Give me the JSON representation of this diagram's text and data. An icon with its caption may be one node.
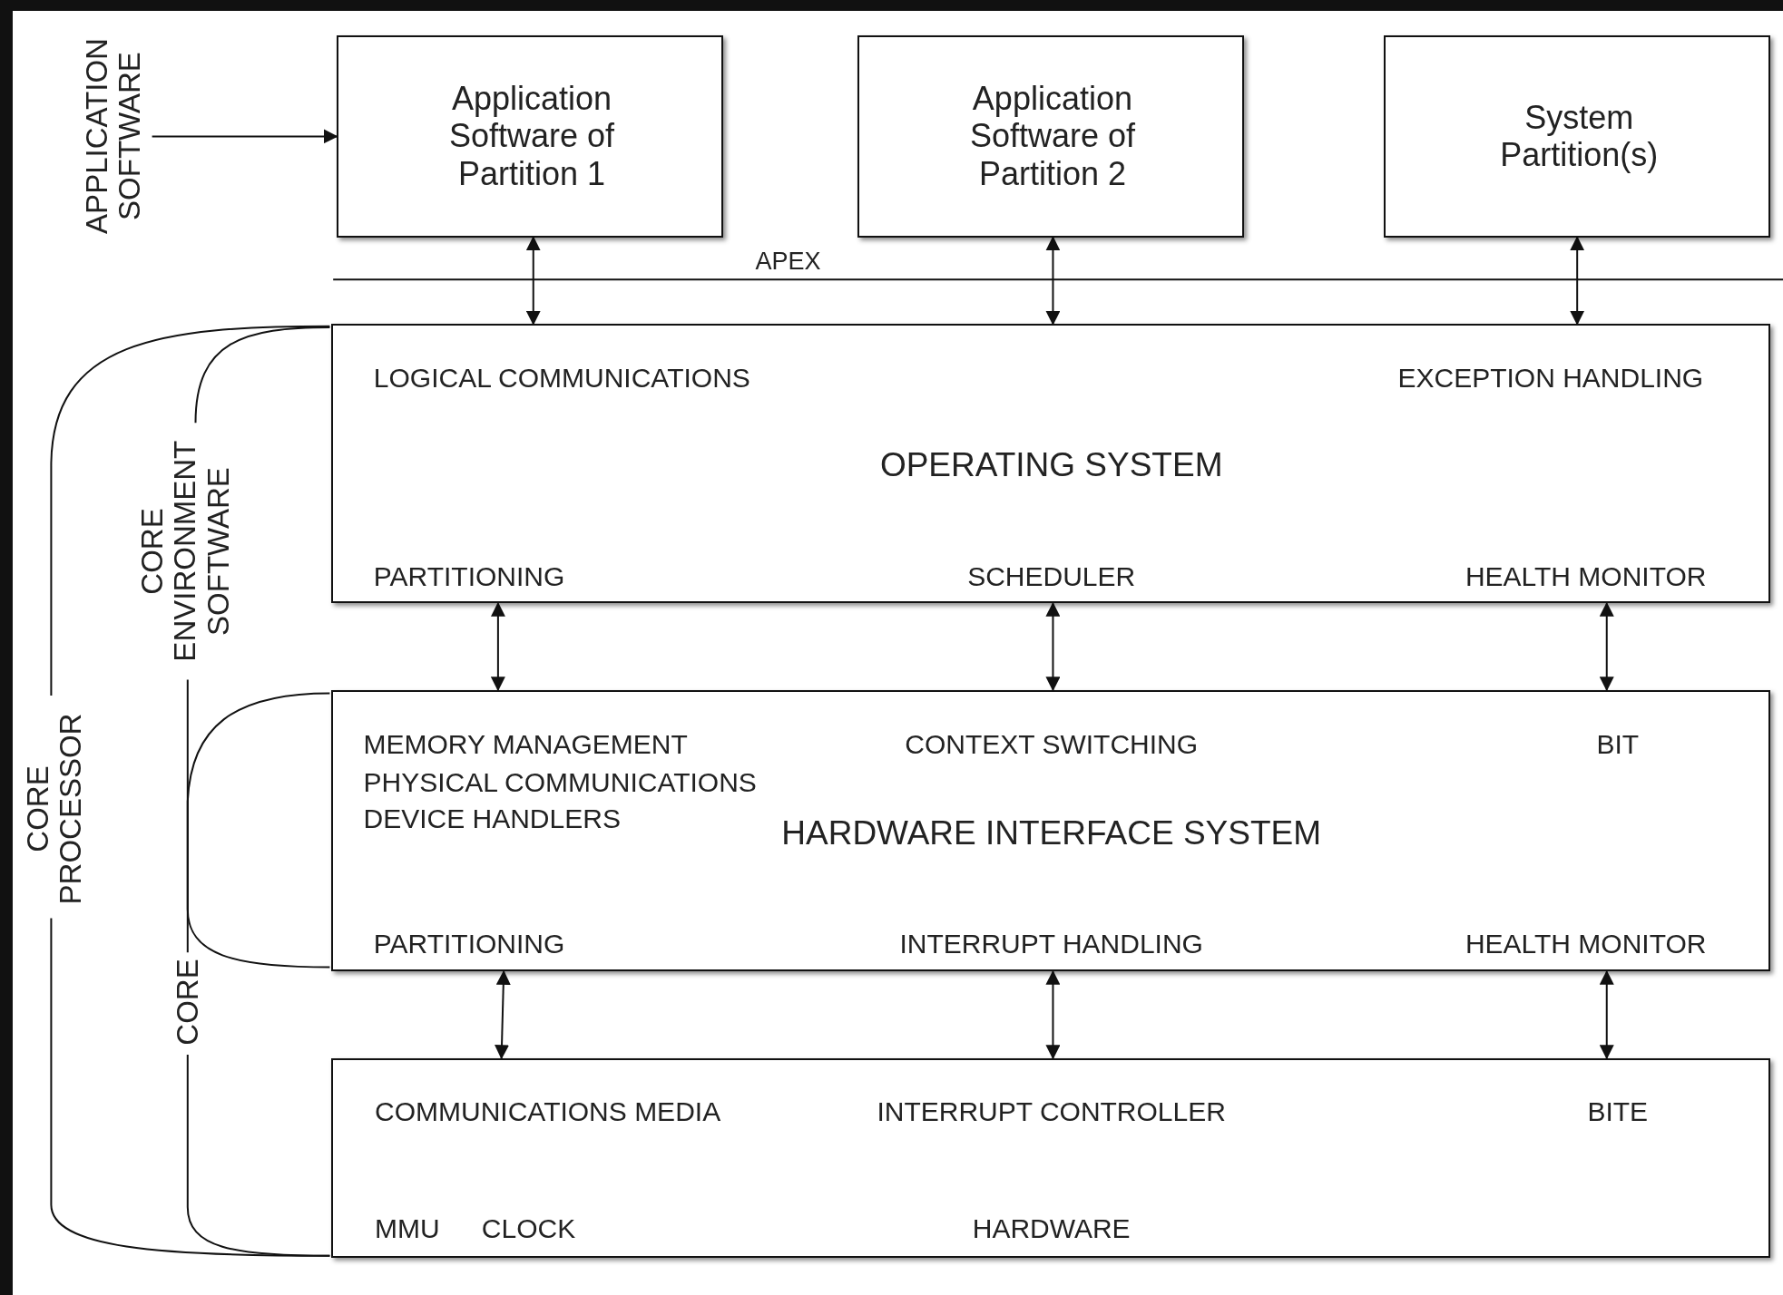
{
  "diagram": {
    "nodes": [
      {
        "text": [
          "APPLICATION SOFTWARE"
        ]
      },
      {
        "text": [
          "Application Software of Partition 1"
        ]
      },
      {
        "text": [
          "Application Software of Partition 2"
        ]
      },
      {
        "text": [
          "System Partition(s)"
        ]
      },
      {
        "text": [
          "LOGICAL COMMUNICATIONS",
          "EXCEPTION HANDLING",
          "OPERATING SYSTEM",
          "PARTITIONING",
          "SCHEDULER",
          "HEALTH MONITOR"
        ]
      },
      {
        "text": [
          "MEMORY MANAGEMENT",
          "CONTEXT SWITCHING",
          "BIT",
          "PHYSICAL COMMUNICATIONS",
          "DEVICE HANDLERS",
          "HARDWARE INTERFACE SYSTEM",
          "PARTITIONING",
          "INTERRUPT HANDLING",
          "HEALTH MONITOR"
        ]
      },
      {
        "text": [
          "COMMUNICATIONS MEDIA",
          "INTERRUPT CONTROLLER",
          "BITE",
          "MMU",
          "CLOCK",
          "HARDWARE"
        ]
      }
    ],
    "edges": [
      {
        "from": 0,
        "to": 1,
        "arrow": "to"
      },
      {
        "from": 1,
        "to": 4,
        "arrow": "both"
      },
      {
        "from": 2,
        "to": 4,
        "arrow": "both"
      },
      {
        "from": 3,
        "to": 4,
        "arrow": "both"
      },
      {
        "from": 4,
        "to": 5,
        "arrow": "both"
      },
      {
        "from": 4,
        "to": 5,
        "arrow": "both"
      },
      {
        "from": 4,
        "to": 5,
        "arrow": "both"
      },
      {
        "from": 5,
        "to": 6,
        "arrow": "both"
      },
      {
        "from": 5,
        "to": 6,
        "arrow": "both"
      },
      {
        "from": 5,
        "to": 6,
        "arrow": "both"
      }
    ],
    "labels": [
      "APEX",
      "CORE ENVIRONMENT SOFTWARE",
      "CORE PROCESSOR",
      "CORE"
    ]
  }
}
